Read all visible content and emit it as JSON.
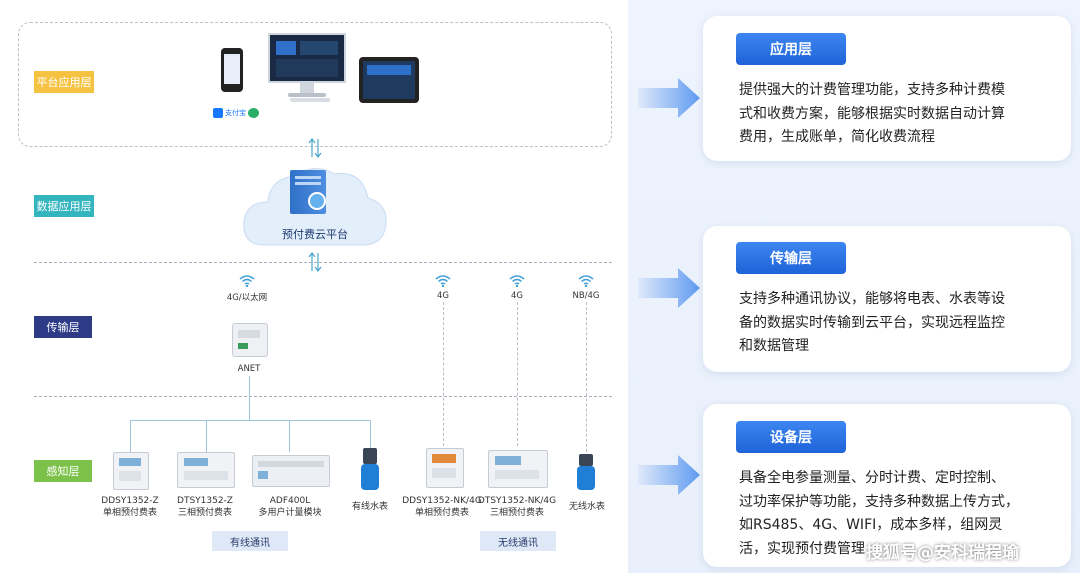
{
  "layers_left": {
    "platform_app": "平台应用层",
    "data_app": "数据应用层",
    "transmission": "传输层",
    "perception": "感知层"
  },
  "platform": {
    "pay_label": "支付宝"
  },
  "cloud": {
    "label": "预付费云平台"
  },
  "network": {
    "wired": "4G/以太网",
    "g4_a": "4G",
    "g4_b": "4G",
    "nb": "NB/4G"
  },
  "gateway": {
    "label": "ANET"
  },
  "devices": [
    {
      "model": "DDSY1352-Z",
      "desc": "单相预付费表"
    },
    {
      "model": "DTSY1352-Z",
      "desc": "三相预付费表"
    },
    {
      "model": "ADF400L",
      "desc": "多用户计量模块"
    },
    {
      "model": "",
      "desc": "有线水表"
    },
    {
      "model": "DDSY1352-NK/4G",
      "desc": "单相预付费表"
    },
    {
      "model": "DTSY1352-NK/4G",
      "desc": "三相预付费表"
    },
    {
      "model": "",
      "desc": "无线水表"
    }
  ],
  "comm": {
    "wired": "有线通讯",
    "wireless": "无线通讯"
  },
  "cards": [
    {
      "title": "应用层",
      "lines": [
        "提供强大的计费管理功能，支持多种计费模",
        "式和收费方案，能够根据实时数据自动计算",
        "费用，生成账单，简化收费流程"
      ]
    },
    {
      "title": "传输层",
      "lines": [
        "支持多种通讯协议，能够将电表、水表等设",
        "备的数据实时传输到云平台，实现远程监控",
        "和数据管理"
      ]
    },
    {
      "title": "设备层",
      "lines": [
        "具备全电参量测量、分时计费、定时控制、",
        "过功率保护等功能，支持多种数据上传方式，",
        "如RS485、4G、WIFI，成本多样，组网灵",
        "活，实现预付费管理"
      ]
    }
  ],
  "watermark": "搜狐号@安科瑞程瑜",
  "colors": {
    "accent": "#1f63d8",
    "yellow": "#f5c242",
    "teal": "#34b4be",
    "navy": "#2d3a86",
    "green": "#7cc14a"
  }
}
